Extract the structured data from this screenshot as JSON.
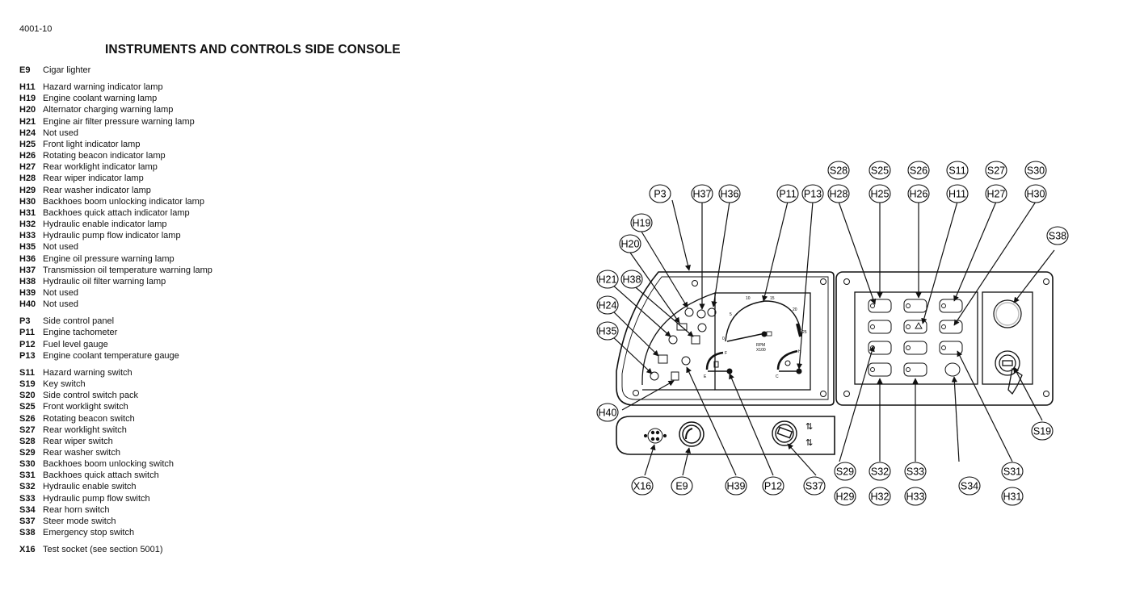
{
  "page_id": "4001-10",
  "title": "INSTRUMENTS AND CONTROLS SIDE CONSOLE",
  "legend_groups": [
    [
      {
        "code": "E9",
        "text": "Cigar lighter"
      }
    ],
    [
      {
        "code": "H11",
        "text": "Hazard warning indicator lamp"
      },
      {
        "code": "H19",
        "text": "Engine coolant warning lamp"
      },
      {
        "code": "H20",
        "text": "Alternator charging warning lamp"
      },
      {
        "code": "H21",
        "text": "Engine air filter pressure warning lamp"
      },
      {
        "code": "H24",
        "text": "Not used"
      },
      {
        "code": "H25",
        "text": "Front light indicator lamp"
      },
      {
        "code": "H26",
        "text": "Rotating beacon indicator lamp"
      },
      {
        "code": "H27",
        "text": "Rear worklight indicator lamp"
      },
      {
        "code": "H28",
        "text": "Rear wiper indicator lamp"
      },
      {
        "code": "H29",
        "text": "Rear washer indicator lamp"
      },
      {
        "code": "H30",
        "text": "Backhoes boom unlocking indicator lamp"
      },
      {
        "code": "H31",
        "text": "Backhoes quick attach indicator lamp"
      },
      {
        "code": "H32",
        "text": "Hydraulic enable indicator lamp"
      },
      {
        "code": "H33",
        "text": "Hydraulic pump flow indicator lamp"
      },
      {
        "code": "H35",
        "text": "Not used"
      },
      {
        "code": "H36",
        "text": "Engine oil pressure warning lamp"
      },
      {
        "code": "H37",
        "text": "Transmission oil temperature warning lamp"
      },
      {
        "code": "H38",
        "text": "Hydraulic oil filter warning lamp"
      },
      {
        "code": "H39",
        "text": "Not used"
      },
      {
        "code": "H40",
        "text": "Not used"
      }
    ],
    [
      {
        "code": "P3",
        "text": "Side control panel"
      },
      {
        "code": "P11",
        "text": "Engine tachometer"
      },
      {
        "code": "P12",
        "text": "Fuel level gauge"
      },
      {
        "code": "P13",
        "text": "Engine coolant temperature gauge"
      }
    ],
    [
      {
        "code": "S11",
        "text": "Hazard warning switch"
      },
      {
        "code": "S19",
        "text": "Key switch"
      },
      {
        "code": "S20",
        "text": "Side control switch pack"
      },
      {
        "code": "S25",
        "text": "Front worklight switch"
      },
      {
        "code": "S26",
        "text": "Rotating beacon switch"
      },
      {
        "code": "S27",
        "text": "Rear worklight switch"
      },
      {
        "code": "S28",
        "text": "Rear wiper switch"
      },
      {
        "code": "S29",
        "text": "Rear washer switch"
      },
      {
        "code": "S30",
        "text": "Backhoes boom unlocking switch"
      },
      {
        "code": "S31",
        "text": "Backhoes quick attach switch"
      },
      {
        "code": "S32",
        "text": "Hydraulic enable switch"
      },
      {
        "code": "S33",
        "text": "Hydraulic pump flow switch"
      },
      {
        "code": "S34",
        "text": "Rear horn switch"
      },
      {
        "code": "S37",
        "text": "Steer mode switch"
      },
      {
        "code": "S38",
        "text": "Emergency stop switch"
      }
    ],
    [
      {
        "code": "X16",
        "text": "Test socket (see section 5001)"
      }
    ]
  ],
  "diagram": {
    "tacho": {
      "ticks": [
        "0",
        "5",
        "10",
        "15",
        "20",
        "25"
      ],
      "unit": "RPM",
      "multiplier": "X100"
    },
    "fuel_gauge": {
      "full": "F",
      "empty": "E"
    },
    "temp_gauge": {
      "hot": "H",
      "cold": "C"
    },
    "callouts": [
      {
        "id": "S28",
        "label": "S28"
      },
      {
        "id": "S25",
        "label": "S25"
      },
      {
        "id": "S26",
        "label": "S26"
      },
      {
        "id": "S11",
        "label": "S11"
      },
      {
        "id": "S27",
        "label": "S27"
      },
      {
        "id": "S30",
        "label": "S30"
      },
      {
        "id": "P3",
        "label": "P3"
      },
      {
        "id": "H37",
        "label": "H37"
      },
      {
        "id": "H36",
        "label": "H36"
      },
      {
        "id": "P11",
        "label": "P11"
      },
      {
        "id": "P13",
        "label": "P13"
      },
      {
        "id": "H28",
        "label": "H28"
      },
      {
        "id": "H25",
        "label": "H25"
      },
      {
        "id": "H26",
        "label": "H26"
      },
      {
        "id": "H11",
        "label": "H11"
      },
      {
        "id": "H27",
        "label": "H27"
      },
      {
        "id": "H30",
        "label": "H30"
      },
      {
        "id": "H19",
        "label": "H19"
      },
      {
        "id": "H20",
        "label": "H20"
      },
      {
        "id": "S38",
        "label": "S38"
      },
      {
        "id": "H21",
        "label": "H21"
      },
      {
        "id": "H38",
        "label": "H38"
      },
      {
        "id": "H24",
        "label": "H24"
      },
      {
        "id": "H35",
        "label": "H35"
      },
      {
        "id": "H40",
        "label": "H40"
      },
      {
        "id": "S19",
        "label": "S19"
      },
      {
        "id": "S29",
        "label": "S29"
      },
      {
        "id": "S32",
        "label": "S32"
      },
      {
        "id": "S33",
        "label": "S33"
      },
      {
        "id": "S34",
        "label": "S34"
      },
      {
        "id": "S31",
        "label": "S31"
      },
      {
        "id": "X16",
        "label": "X16"
      },
      {
        "id": "E9",
        "label": "E9"
      },
      {
        "id": "H39",
        "label": "H39"
      },
      {
        "id": "P12",
        "label": "P12"
      },
      {
        "id": "S37",
        "label": "S37"
      },
      {
        "id": "H29",
        "label": "H29"
      },
      {
        "id": "H32",
        "label": "H32"
      },
      {
        "id": "H33",
        "label": "H33"
      },
      {
        "id": "H31",
        "label": "H31"
      }
    ]
  }
}
